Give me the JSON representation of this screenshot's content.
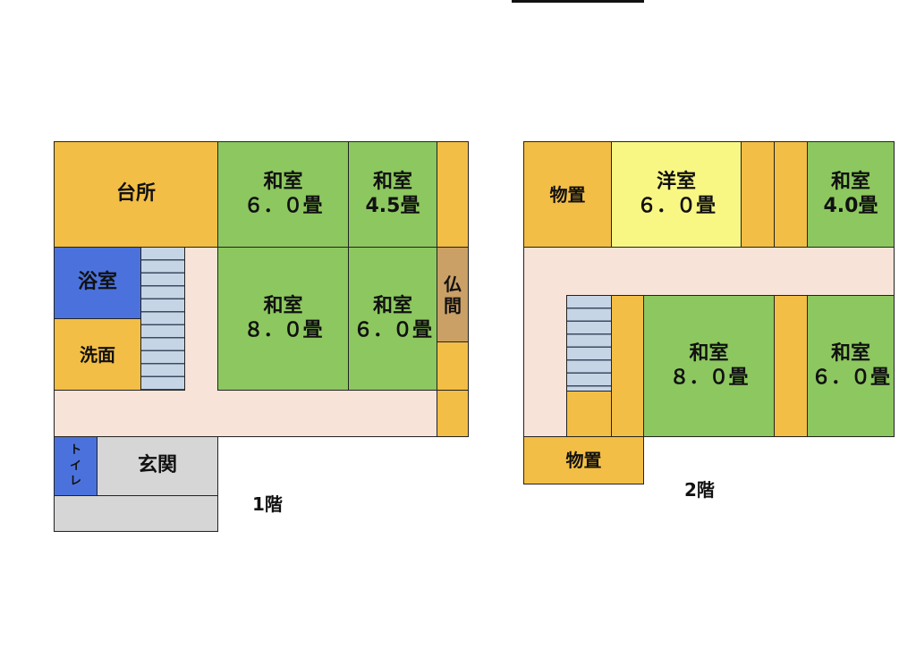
{
  "floor1": {
    "label": "1階",
    "rooms": {
      "kitchen": "台所",
      "washitsu_6a": [
        "和室",
        "６．０畳"
      ],
      "washitsu_45": [
        "和室",
        "4.5畳"
      ],
      "washitsu_8": [
        "和室",
        "８．０畳"
      ],
      "washitsu_6b": [
        "和室",
        "６．０畳"
      ],
      "butsuma": [
        "仏",
        "間"
      ],
      "bath": "浴室",
      "washroom": "洗面",
      "toilet": [
        "ト",
        "イ",
        "レ"
      ],
      "entrance": "玄関"
    }
  },
  "floor2": {
    "label": "2階",
    "rooms": {
      "storage_top": "物置",
      "yoshitsu": [
        "洋室",
        "６．０畳"
      ],
      "washitsu_4": [
        "和室",
        "4.0畳"
      ],
      "washitsu_8": [
        "和室",
        "８．０畳"
      ],
      "washitsu_6": [
        "和室",
        "６．０畳"
      ],
      "storage_bottom": "物置"
    }
  },
  "colors": {
    "washitsu": "#8dc760",
    "storage_closet": "#f3be45",
    "bath_toilet": "#4b72dc",
    "western_room": "#f9f784",
    "hallway": "#f7e3d8",
    "entrance": "#d6d6d6",
    "butsuma": "#caa066",
    "stairs": "#c6d5e6"
  }
}
